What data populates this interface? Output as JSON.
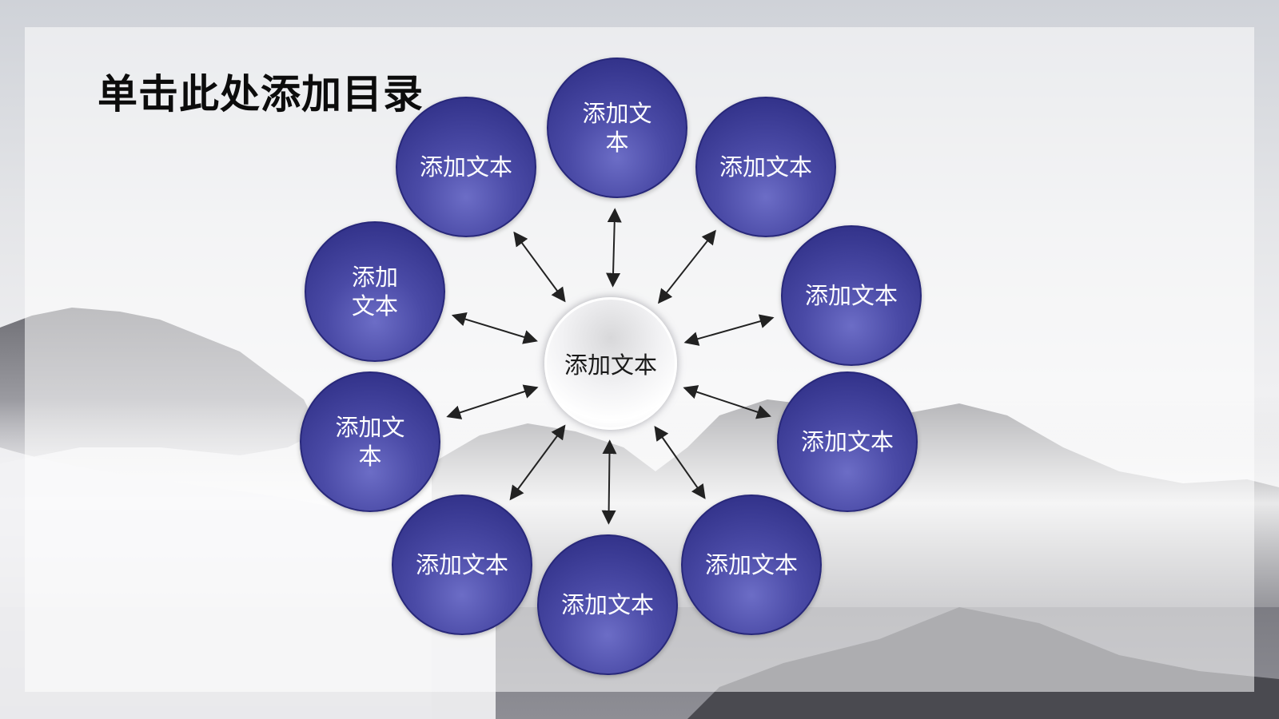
{
  "slide": {
    "title": "单击此处添加目录"
  },
  "diagram": {
    "center": {
      "label": "添加文本"
    },
    "nodes": [
      {
        "id": "top",
        "label": "添加文\n本"
      },
      {
        "id": "top-right",
        "label": "添加文本"
      },
      {
        "id": "right-upper",
        "label": "添加文本"
      },
      {
        "id": "right-lower",
        "label": "添加文本"
      },
      {
        "id": "bottom-right",
        "label": "添加文本"
      },
      {
        "id": "bottom",
        "label": "添加文本"
      },
      {
        "id": "bottom-left",
        "label": "添加文本"
      },
      {
        "id": "left-lower",
        "label": "添加文\n本"
      },
      {
        "id": "left-upper",
        "label": "添加\n文本"
      },
      {
        "id": "top-left",
        "label": "添加文本"
      }
    ],
    "colors": {
      "node_fill": "#3d3d98",
      "node_border": "#28287a",
      "node_text": "#ffffff",
      "center_fill": "#f2f2f4",
      "center_text": "#1a1a1a",
      "arrow": "#222222"
    }
  }
}
